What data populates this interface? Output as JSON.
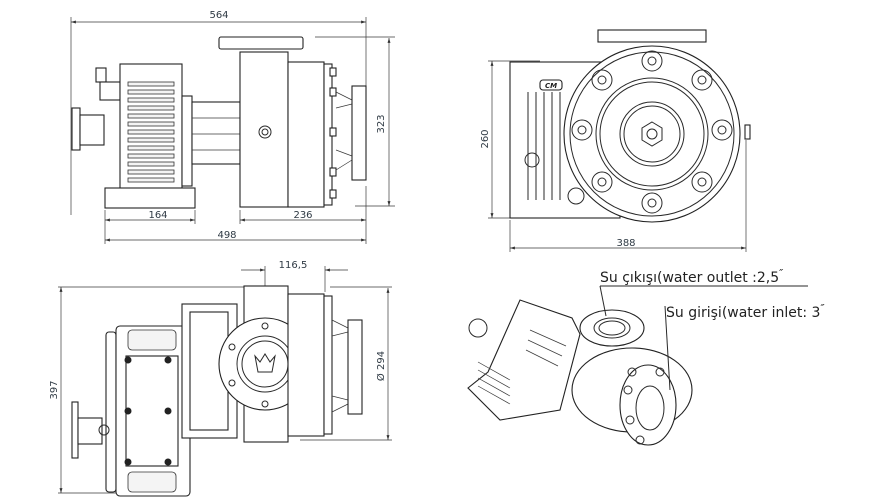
{
  "drawing": {
    "title": "Pump technical drawing with dimensions",
    "units": "mm",
    "views": {
      "side_view": {
        "dimensions": {
          "overall_length": "564",
          "base_length": "498",
          "gearbox_base": "164",
          "pump_section": "236",
          "height": "323"
        }
      },
      "front_view": {
        "dimensions": {
          "width": "388",
          "height": "260"
        },
        "logo_text": "CM"
      },
      "top_view": {
        "dimensions": {
          "flange_offset": "116,5",
          "diameter": "Ø 294",
          "overall_width": "397"
        }
      },
      "iso_view": {
        "callouts": {
          "outlet_label": "Su çıkışı(water outlet :2,5",
          "outlet_unit": "″",
          "inlet_label": "Su girişi(water inlet: 3",
          "inlet_unit": "″"
        }
      }
    }
  }
}
